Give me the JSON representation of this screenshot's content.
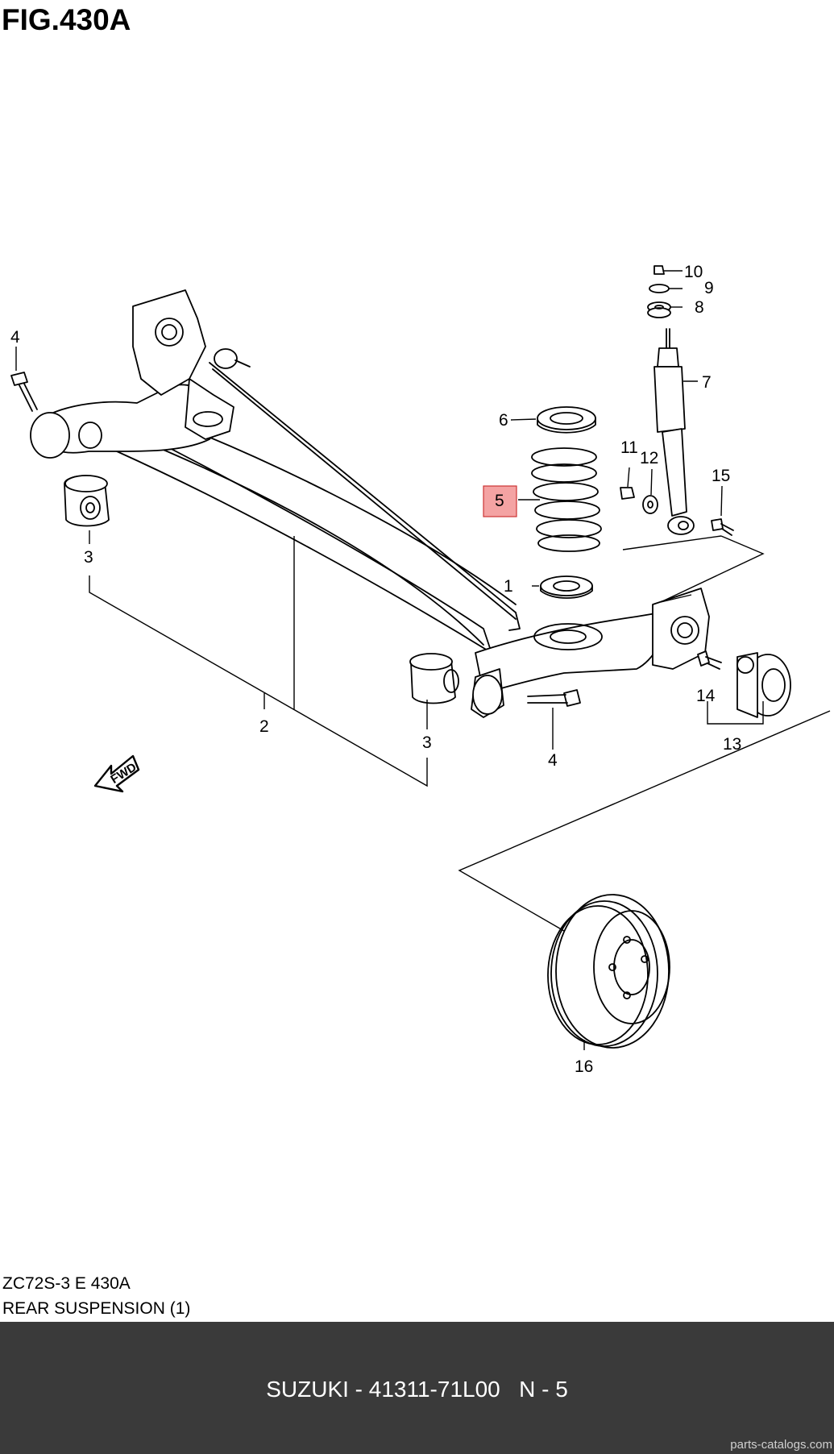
{
  "figure": {
    "title": "FIG.430A",
    "code": "ZC72S-3 E 430A",
    "name": "REAR SUSPENSION (1)"
  },
  "callouts": [
    {
      "id": "c1",
      "label": "1"
    },
    {
      "id": "c2",
      "label": "2"
    },
    {
      "id": "c3a",
      "label": "3"
    },
    {
      "id": "c3b",
      "label": "3"
    },
    {
      "id": "c4a",
      "label": "4"
    },
    {
      "id": "c4b",
      "label": "4"
    },
    {
      "id": "c5",
      "label": "5",
      "highlighted": true
    },
    {
      "id": "c6",
      "label": "6"
    },
    {
      "id": "c7",
      "label": "7"
    },
    {
      "id": "c8",
      "label": "8"
    },
    {
      "id": "c9",
      "label": "9"
    },
    {
      "id": "c10",
      "label": "10"
    },
    {
      "id": "c11",
      "label": "11"
    },
    {
      "id": "c12",
      "label": "12"
    },
    {
      "id": "c13",
      "label": "13"
    },
    {
      "id": "c14",
      "label": "14"
    },
    {
      "id": "c15",
      "label": "15"
    },
    {
      "id": "c16",
      "label": "16"
    }
  ],
  "fwd_label": "FWD",
  "footer": {
    "text": "SUZUKI - 41311-71L00   N - 5",
    "watermark": "parts-catalogs.com"
  },
  "colors": {
    "highlight": "#f4a3a3",
    "highlight_border": "#cc3333",
    "footer_bg": "#3a3a3a"
  }
}
